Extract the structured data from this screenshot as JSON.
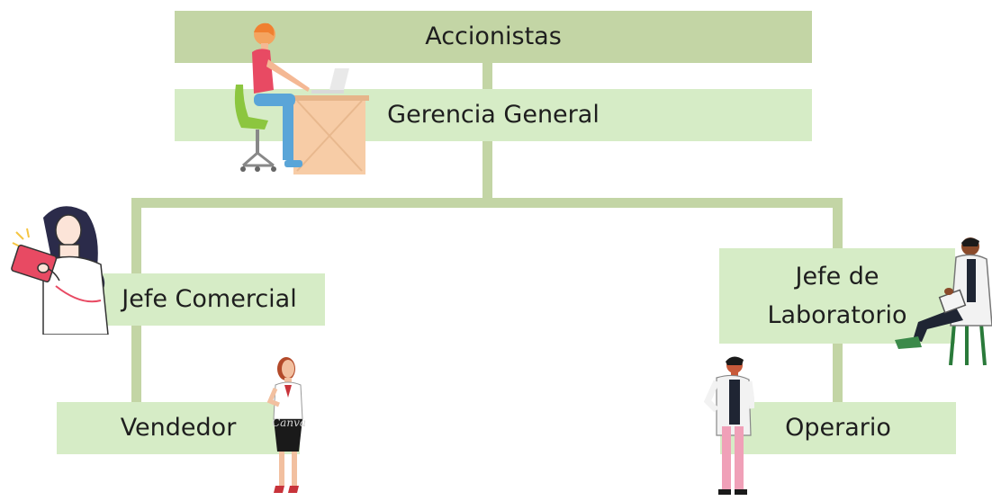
{
  "colors": {
    "top_box": "#c3d5a5",
    "node_box": "#d6ecc6",
    "connector": "#c3d5a5",
    "text": "#1e1e1e"
  },
  "nodes": {
    "accionistas": "Accionistas",
    "gerencia_general": "Gerencia General",
    "jefe_comercial": "Jefe Comercial",
    "jefe_laboratorio_line1": "Jefe de",
    "jefe_laboratorio_line2": "Laboratorio",
    "vendedor": "Vendedor",
    "operario": "Operario"
  },
  "illustrations": [
    "person-at-desk-icon",
    "woman-with-tablet-icon",
    "doctor-seated-icon",
    "businesswoman-on-phone-icon",
    "doctor-standing-icon"
  ],
  "watermark": "Canva"
}
